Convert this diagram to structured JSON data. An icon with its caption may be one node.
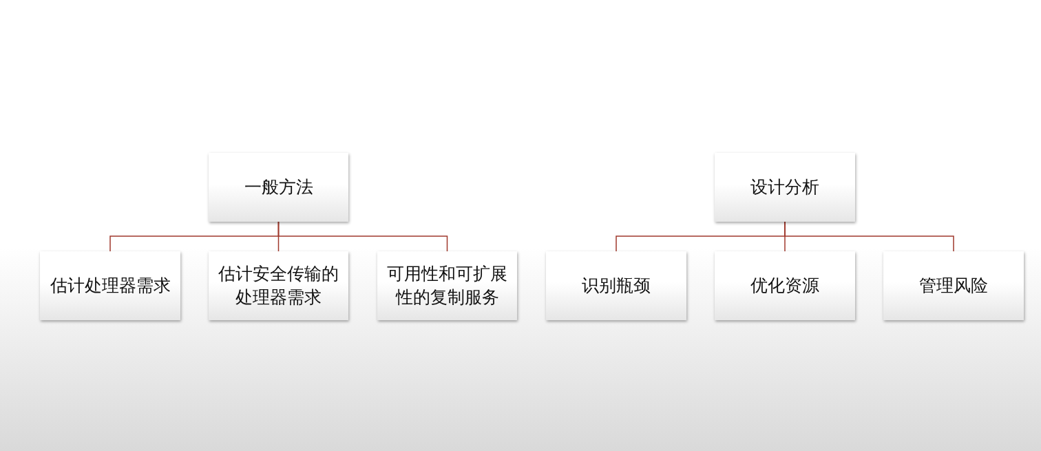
{
  "diagram": {
    "nodes": [
      {
        "text": [
          "一般方法"
        ]
      },
      {
        "text": [
          "估计处理器需求"
        ]
      },
      {
        "text": [
          "估计安全传输的处理器需求"
        ]
      },
      {
        "text": [
          "可用性和可扩展性的复制服务"
        ]
      },
      {
        "text": [
          "设计分析"
        ]
      },
      {
        "text": [
          "识别瓶颈"
        ]
      },
      {
        "text": [
          "优化资源"
        ]
      },
      {
        "text": [
          "管理风险"
        ]
      }
    ],
    "edges": [
      {
        "from": 0,
        "to": 1,
        "arrow": "none"
      },
      {
        "from": 0,
        "to": 2,
        "arrow": "none"
      },
      {
        "from": 0,
        "to": 3,
        "arrow": "none"
      },
      {
        "from": 4,
        "to": 5,
        "arrow": "none"
      },
      {
        "from": 4,
        "to": 6,
        "arrow": "none"
      },
      {
        "from": 4,
        "to": 7,
        "arrow": "none"
      }
    ]
  }
}
